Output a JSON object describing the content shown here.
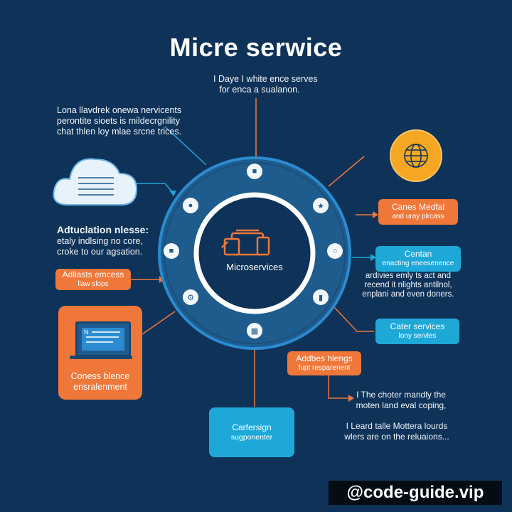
{
  "title": "Micre serwice",
  "top_note": [
    "I Daye I white ence serves",
    "for enca a sualanon."
  ],
  "center_label": "Microservices",
  "left_top_text": [
    "Lona llavdrek onewa nervicents",
    "perontite sioets is mildecrgnility",
    "chat thlen loy mlae srcne trices."
  ],
  "left_mid": {
    "heading": "Adtuclation nlesse:",
    "lines": [
      "etaly indlsing no core,",
      "croke to our agsation."
    ]
  },
  "left_orange_box": [
    "Adllasts emcess",
    "llaw slops"
  ],
  "left_laptop_box": [
    "Coness blence",
    "ensralenment"
  ],
  "right_orange_box": [
    "Canes Medfal",
    "and uray plrcass"
  ],
  "right_cyan_box": [
    "Centan",
    "enacting eneesenence"
  ],
  "right_cyan_text": [
    "ardivies emly ts act and",
    "recend it nlights antilnol,",
    "enplani and even doners."
  ],
  "right_cyan_box2": [
    "Cater services",
    "lony servles"
  ],
  "bottom_orange_box": [
    "Addbes hlengs",
    "fupt resparenent"
  ],
  "bottom_right_text_1": [
    "I The choter mandly the",
    "moten land eval coping,"
  ],
  "bottom_right_text_2": [
    "I Leard talle Mottera lourds",
    "wlers are on the reluaions..."
  ],
  "bottom_cyan_box": [
    "Carfersign",
    "sugponenter"
  ],
  "laptop_screen_letter": "N",
  "watermark": "@code-guide.vip",
  "colors": {
    "background": "#0f3358",
    "orange": "#f0773a",
    "cyan": "#1ea8d8",
    "ring": "#1e5c8e",
    "globe": "#f5a623"
  },
  "icons": {
    "cloud": "cloud-icon",
    "globe": "globe-icon",
    "devices": "devices-icon",
    "laptop": "laptop-icon"
  }
}
